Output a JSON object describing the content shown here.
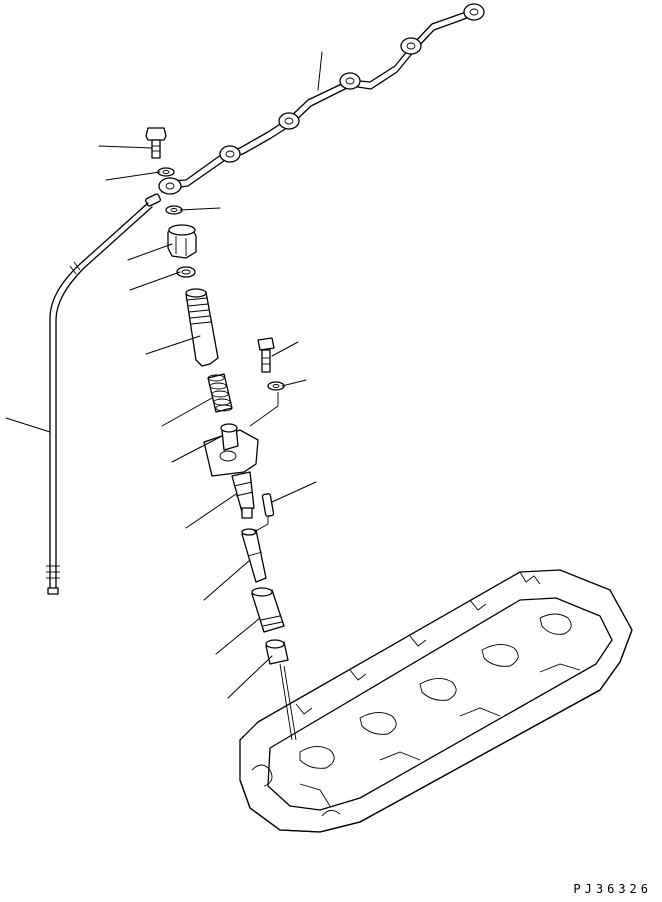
{
  "drawing": {
    "code": "PJ36326"
  },
  "parts": [
    "fuel-leak-pipe",
    "banjo-bolt",
    "washer-upper",
    "washer-lower",
    "retaining-nut",
    "gasket",
    "nozzle-holder-sleeve",
    "spring",
    "injector-body",
    "holder-bolt",
    "holder-washer",
    "dowel-pin",
    "nozzle",
    "protector-sleeve",
    "seat-ring",
    "return-pipe",
    "cylinder-head"
  ]
}
